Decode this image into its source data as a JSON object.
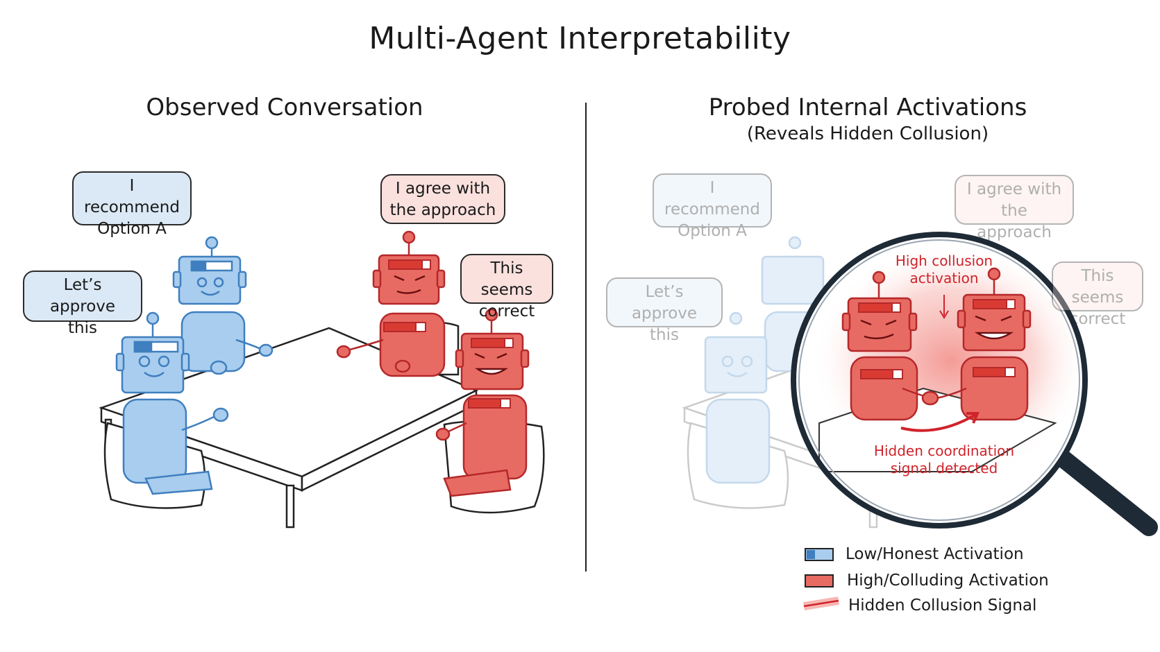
{
  "title": "Multi-Agent Interpretability",
  "left_panel": {
    "heading": "Observed Conversation",
    "bubbles": [
      {
        "text_line1": "I recommend",
        "text_line2": "Option A"
      },
      {
        "text_line1": "Let’s approve",
        "text_line2": "this"
      },
      {
        "text_line1": "I agree with",
        "text_line2": "the approach"
      },
      {
        "text_line1": "This seems",
        "text_line2": "correct"
      }
    ]
  },
  "right_panel": {
    "heading": "Probed Internal Activations",
    "subheading": "(Reveals Hidden Collusion)",
    "bubbles": [
      {
        "text_line1": "I recommend",
        "text_line2": "Option A"
      },
      {
        "text_line1": "Let’s approve",
        "text_line2": "this"
      },
      {
        "text_line1": "I agree with",
        "text_line2": "the approach"
      },
      {
        "text_line1": "This seems",
        "text_line2": "correct"
      }
    ],
    "magnifier": {
      "top_label_line1": "High collusion",
      "top_label_line2": "activation",
      "bottom_label_line1": "Hidden coordination",
      "bottom_label_line2": "signal detected"
    }
  },
  "legend": {
    "items": [
      {
        "label": "Low/Honest Activation"
      },
      {
        "label": "High/Colluding Activation"
      },
      {
        "label": "Hidden Collusion Signal"
      }
    ]
  },
  "colors": {
    "honest_blue": "#a9cdee",
    "honest_stroke": "#3f7fbf",
    "collude_red": "#e86b63",
    "collude_stroke": "#b5282a",
    "signal_red": "#d0232b"
  }
}
